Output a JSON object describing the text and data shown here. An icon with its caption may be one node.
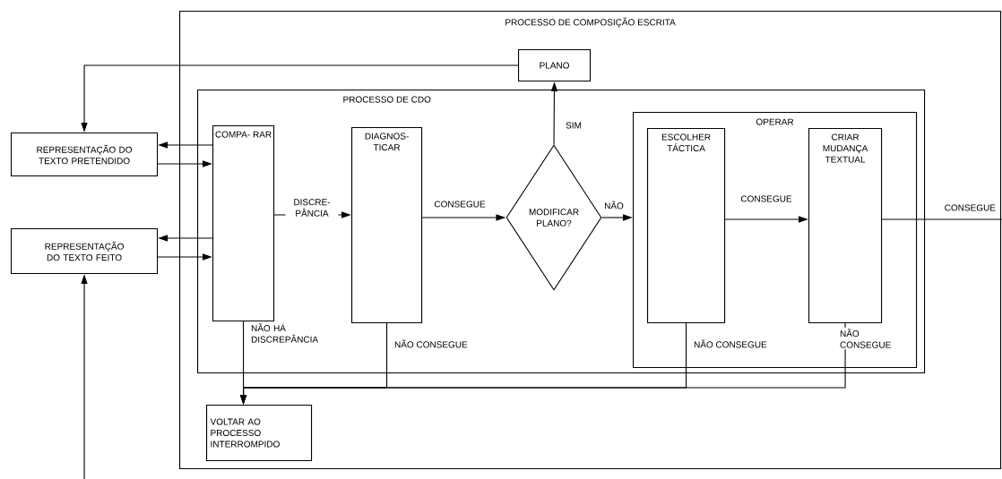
{
  "diagram": {
    "nodes": [
      {
        "text": [
          "PROCESSO DE COMPOSIÇÃO ESCRITA"
        ]
      },
      {
        "text": [
          "PLANO"
        ],
        "in": 0
      },
      {
        "text": [
          "PROCESSO DE CDO"
        ],
        "in": 0
      },
      {
        "text": [
          "COMPA- RAR"
        ],
        "in": 2
      },
      {
        "text": [
          "DIAGNOS- TICAR"
        ],
        "in": 2
      },
      {
        "text": [
          "MODIFICAR PLANO?"
        ],
        "in": 2
      },
      {
        "text": [
          "OPERAR"
        ],
        "in": 2
      },
      {
        "text": [
          "ESCOLHER TÁCTICA"
        ],
        "in": 6
      },
      {
        "text": [
          "CRIAR MUDANÇA TEXTUAL"
        ],
        "in": 6
      },
      {
        "text": [
          "REPRESENTAÇÃO DO TEXTO PRETENDIDO"
        ]
      },
      {
        "text": [
          "REPRESENTAÇÃO DO TEXTO FEITO"
        ]
      },
      {
        "text": [
          "VOLTAR AO PROCESSO INTERROMPIDO"
        ],
        "in": 0
      }
    ],
    "edges": [
      {
        "from": 1,
        "to": 9,
        "arrow": "to"
      },
      {
        "from": 3,
        "to": 9,
        "arrow": "to"
      },
      {
        "from": 9,
        "to": 3,
        "arrow": "to"
      },
      {
        "from": 3,
        "to": 10,
        "arrow": "to"
      },
      {
        "from": 10,
        "to": 3,
        "arrow": "to"
      },
      {
        "from": null,
        "to": 10,
        "arrow": "to"
      },
      {
        "from": 3,
        "to": 4,
        "arrow": "to",
        "label": "DISCRE- PÂNCIA"
      },
      {
        "from": 4,
        "to": 5,
        "arrow": "to",
        "label": "CONSEGUE"
      },
      {
        "from": 5,
        "to": 1,
        "arrow": "to",
        "label": "SIM"
      },
      {
        "from": 5,
        "to": 6,
        "arrow": "to",
        "label": "NÃO"
      },
      {
        "from": 7,
        "to": 8,
        "arrow": "to",
        "label": "CONSEGUE"
      },
      {
        "from": 8,
        "to": null,
        "arrow": "none",
        "label": "CONSEGUE"
      },
      {
        "from": 3,
        "to": 11,
        "arrow": "to",
        "label": "NÃO HÁ DISCREPÂNCIA"
      },
      {
        "from": 4,
        "to": 11,
        "arrow": "to",
        "label": "NÃO CONSEGUE"
      },
      {
        "from": 7,
        "to": 11,
        "arrow": "to",
        "label": "NÃO CONSEGUE"
      },
      {
        "from": 8,
        "to": 11,
        "arrow": "to",
        "label": "NÃO CONSEGUE"
      }
    ]
  }
}
